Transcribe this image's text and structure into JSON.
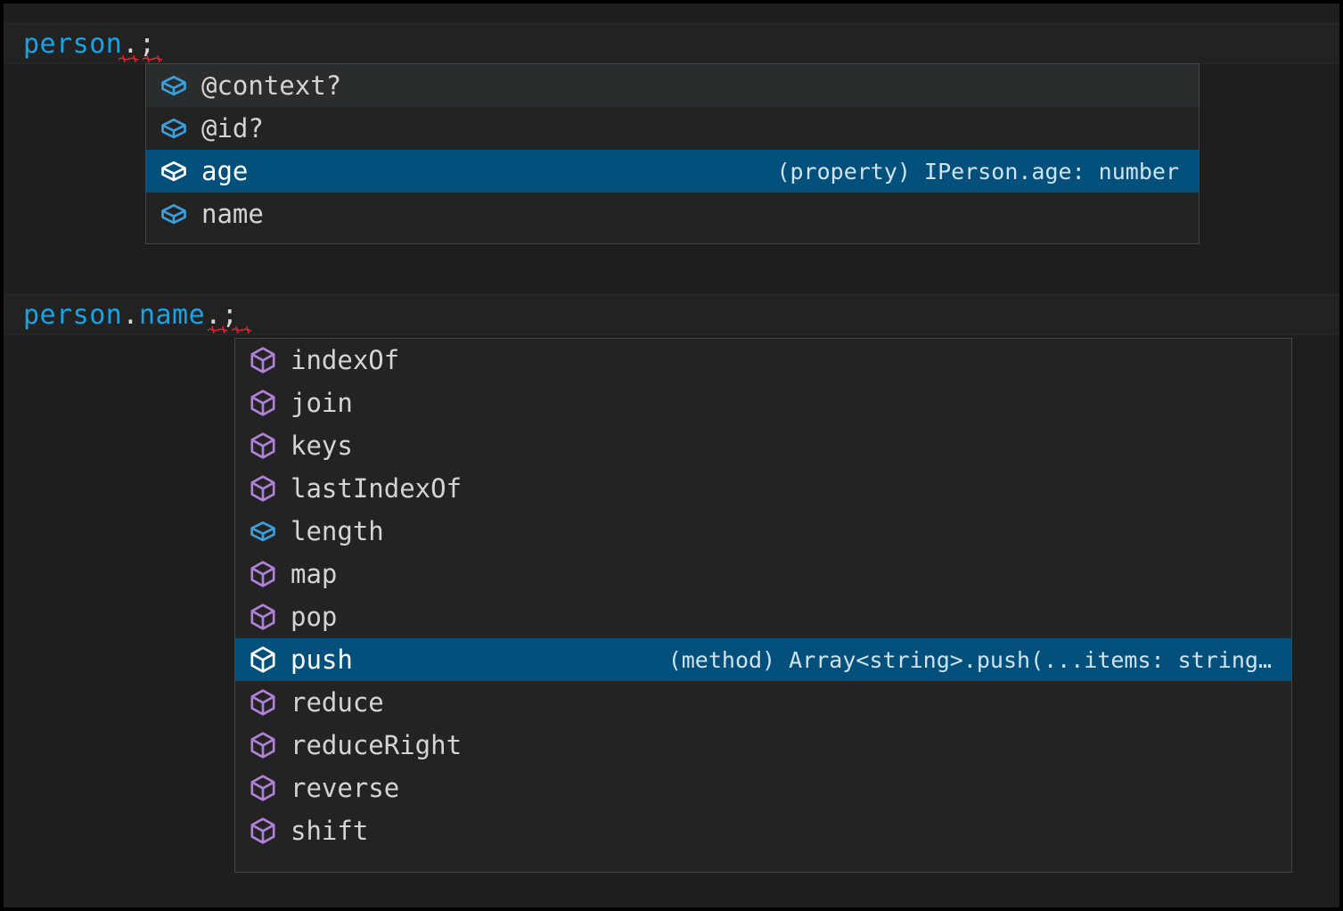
{
  "theme": {
    "background": "#1e1e1e",
    "frame_border": "#000000",
    "line_highlight": "#222222",
    "panel_background": "#232323",
    "panel_border": "#454545",
    "selection_background": "#04507d",
    "hover_background": "#2a2d2d",
    "identifier_color": "#14a5e8",
    "punctuation_color": "#d6d6d6",
    "error_squiggle_color": "#e5252b",
    "method_icon_color": "#b180d7",
    "property_icon_color": "#3aa0dd",
    "text_color": "#d4d4d4",
    "detail_text_color": "#cfe3ef"
  },
  "editor": {
    "lines": [
      {
        "id": "line-1",
        "tokens": [
          {
            "text": "person",
            "kind": "identifier"
          },
          {
            "text": ".",
            "kind": "punctuation"
          },
          {
            "text": ";",
            "kind": "punctuation"
          }
        ],
        "full_text": "person.;"
      },
      {
        "id": "line-2",
        "tokens": [
          {
            "text": "person",
            "kind": "identifier"
          },
          {
            "text": ".",
            "kind": "punctuation"
          },
          {
            "text": "name",
            "kind": "identifier"
          },
          {
            "text": ".",
            "kind": "punctuation"
          },
          {
            "text": ";",
            "kind": "punctuation"
          }
        ],
        "full_text": "person.name.;"
      }
    ]
  },
  "suggest_widgets": [
    {
      "id": "suggest-person",
      "items": [
        {
          "label": "@context?",
          "icon": "property-cube-icon",
          "icon_kind": "property",
          "state": "hover",
          "detail": ""
        },
        {
          "label": "@id?",
          "icon": "property-cube-icon",
          "icon_kind": "property",
          "state": "normal",
          "detail": ""
        },
        {
          "label": "age",
          "icon": "property-cube-icon",
          "icon_kind": "property",
          "state": "selected",
          "detail": "(property) IPerson.age: number"
        },
        {
          "label": "name",
          "icon": "property-cube-icon",
          "icon_kind": "property",
          "state": "normal",
          "detail": ""
        }
      ]
    },
    {
      "id": "suggest-person-name",
      "items": [
        {
          "label": "indexOf",
          "icon": "method-cube-icon",
          "icon_kind": "method",
          "state": "normal",
          "detail": ""
        },
        {
          "label": "join",
          "icon": "method-cube-icon",
          "icon_kind": "method",
          "state": "normal",
          "detail": ""
        },
        {
          "label": "keys",
          "icon": "method-cube-icon",
          "icon_kind": "method",
          "state": "normal",
          "detail": ""
        },
        {
          "label": "lastIndexOf",
          "icon": "method-cube-icon",
          "icon_kind": "method",
          "state": "normal",
          "detail": ""
        },
        {
          "label": "length",
          "icon": "property-cube-icon",
          "icon_kind": "property",
          "state": "normal",
          "detail": ""
        },
        {
          "label": "map",
          "icon": "method-cube-icon",
          "icon_kind": "method",
          "state": "normal",
          "detail": ""
        },
        {
          "label": "pop",
          "icon": "method-cube-icon",
          "icon_kind": "method",
          "state": "normal",
          "detail": ""
        },
        {
          "label": "push",
          "icon": "method-cube-icon",
          "icon_kind": "method",
          "state": "selected",
          "detail": "(method) Array<string>.push(...items: string…"
        },
        {
          "label": "reduce",
          "icon": "method-cube-icon",
          "icon_kind": "method",
          "state": "normal",
          "detail": ""
        },
        {
          "label": "reduceRight",
          "icon": "method-cube-icon",
          "icon_kind": "method",
          "state": "normal",
          "detail": ""
        },
        {
          "label": "reverse",
          "icon": "method-cube-icon",
          "icon_kind": "method",
          "state": "normal",
          "detail": ""
        },
        {
          "label": "shift",
          "icon": "method-cube-icon",
          "icon_kind": "method",
          "state": "normal",
          "detail": ""
        }
      ]
    }
  ]
}
